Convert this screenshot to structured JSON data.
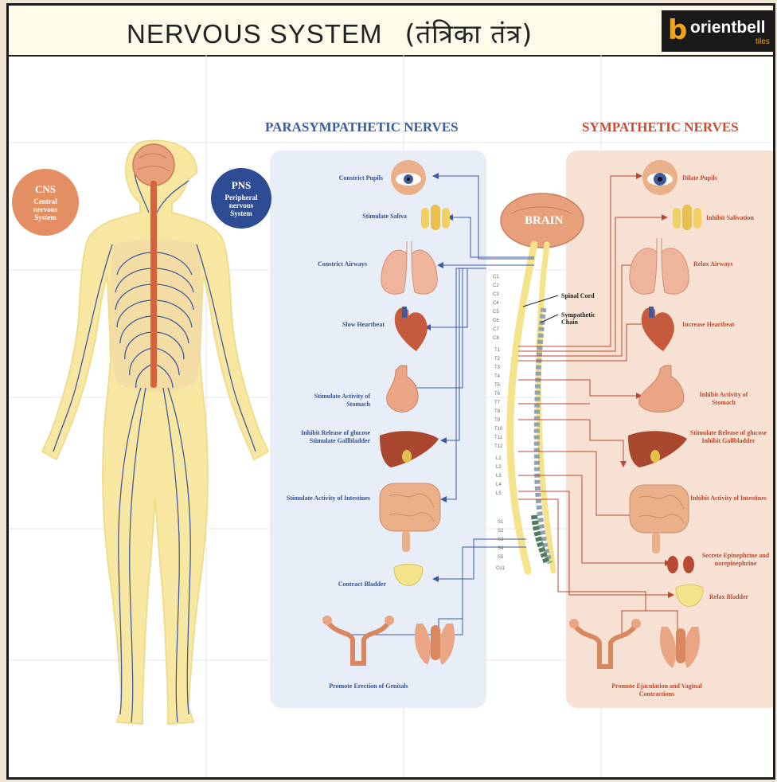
{
  "header": {
    "title": "NERVOUS SYSTEM",
    "title_hindi": "(तंत्रिका तंत्र)",
    "logo_text": "orientbell",
    "logo_sub": "tiles"
  },
  "body_labels": {
    "cns_abbr": "CNS",
    "cns_full": "Central nervous System",
    "pns_abbr": "PNS",
    "pns_full": "Peripheral nervous System"
  },
  "center": {
    "brain": "BRAIN",
    "spinal_cord": "Spinal Cord",
    "sympathetic_chain": "Sympathetic Chain",
    "segments": [
      "C1",
      "C2",
      "C3",
      "C4",
      "C5",
      "C6",
      "C7",
      "C8",
      "T1",
      "T2",
      "T3",
      "T4",
      "T5",
      "T6",
      "T7",
      "T8",
      "T9",
      "T10",
      "T11",
      "T12",
      "L1",
      "L2",
      "L3",
      "L4",
      "L5",
      "S1",
      "S2",
      "S3",
      "S4",
      "S5",
      "Co1"
    ]
  },
  "parasympathetic": {
    "title": "PARASYMPATHETIC NERVES",
    "items": [
      {
        "label": "Constrict Pupils"
      },
      {
        "label": "Stimulate Saliva"
      },
      {
        "label": "Constrict Airways"
      },
      {
        "label": "Slow Heartbeat"
      },
      {
        "label": "Stimulate Activity of Stomach"
      },
      {
        "label": "Inhibit Release of glucose Stimulate Gallbladder"
      },
      {
        "label": "Stimulate Activity of Intestines"
      },
      {
        "label": "Contract Bladder"
      },
      {
        "label": "Promote Erection of Genitals"
      }
    ]
  },
  "sympathetic": {
    "title": "SYMPATHETIC NERVES",
    "items": [
      {
        "label": "Dilate Pupils"
      },
      {
        "label": "Inhibit Salivation"
      },
      {
        "label": "Relax Airways"
      },
      {
        "label": "Increase Heartbeat"
      },
      {
        "label": "Inhibit Activity of Stomach"
      },
      {
        "label": "Stimulate Release of glucose Inhibit Gallbladder"
      },
      {
        "label": "Inhibit Activity of Intestines"
      },
      {
        "label": "Secrete Epinephrine and norepinephrine"
      },
      {
        "label": "Relax Bladder"
      },
      {
        "label": "Promote Ejaculation and Vaginal Contractions"
      }
    ]
  },
  "colors": {
    "para_accent": "#3e5b9e",
    "symp_accent": "#c0503a",
    "para_panel": "#e8eef8",
    "symp_panel": "#f6e1d2",
    "cns": "#e48e63",
    "pns": "#2d4c94",
    "cord": "#f4e38a",
    "brain": "#e8a07a"
  }
}
